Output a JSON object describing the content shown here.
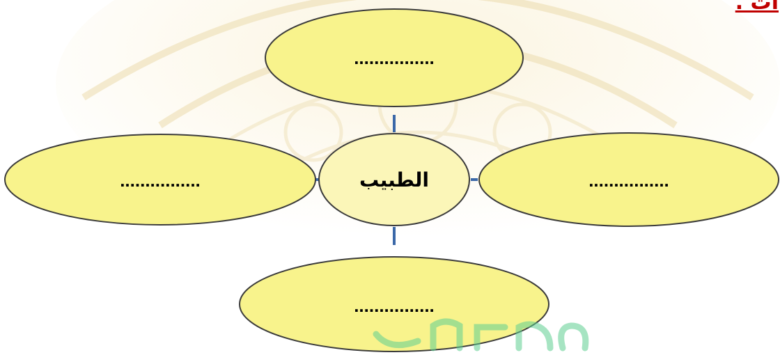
{
  "header": {
    "fragment_text": "ات ."
  },
  "diagram": {
    "center": {
      "label": "الطبيب"
    },
    "branches": [
      {
        "position": "top",
        "label": "................"
      },
      {
        "position": "left",
        "label": "................"
      },
      {
        "position": "right",
        "label": "................"
      },
      {
        "position": "bottom",
        "label": "................"
      }
    ]
  },
  "colors": {
    "ellipse_fill": "#f8f38c",
    "center_fill": "#fbf6b8",
    "ellipse_stroke": "#3b3b3b",
    "connector": "#3b68a8",
    "header_text": "#c00000",
    "ornament": "#e9d9a6",
    "watermark": "#5fcf92"
  }
}
